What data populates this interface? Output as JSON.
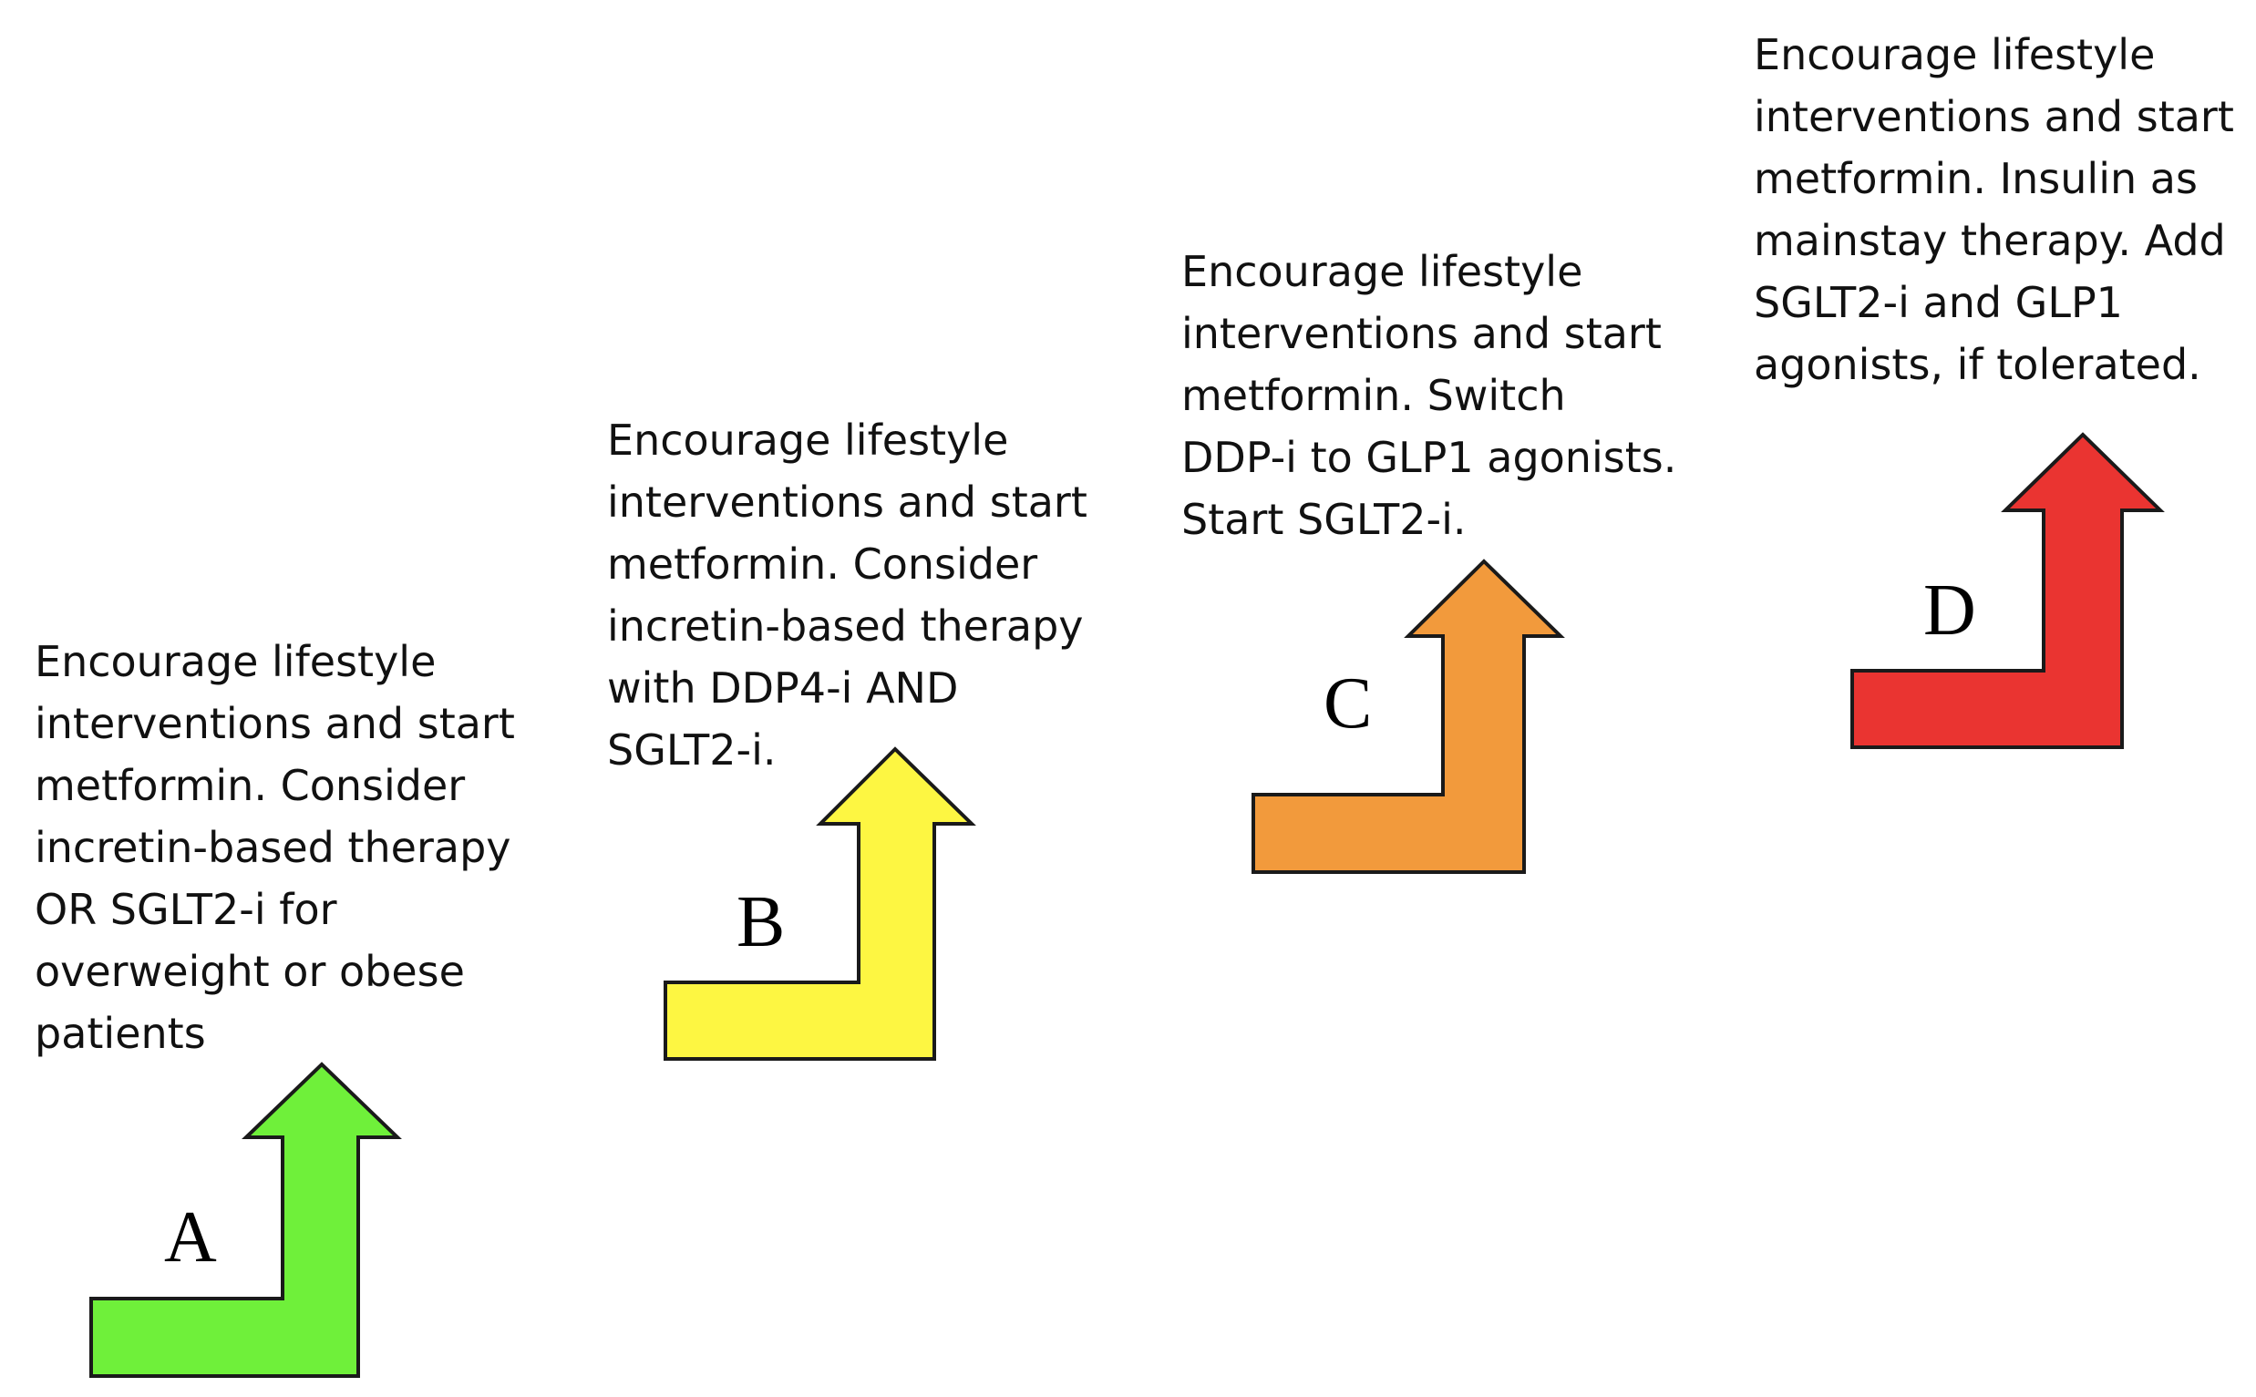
{
  "steps": [
    {
      "letter": "A",
      "color": "#6ff03a",
      "text": "Encourage lifestyle\ninterventions and start\nmetformin. Consider\nincretin-based therapy\nOR SGLT2-i for\noverweight or obese\npatients"
    },
    {
      "letter": "B",
      "color": "#fdf642",
      "text": "Encourage lifestyle\ninterventions and start\nmetformin. Consider\nincretin-based therapy\nwith DDP4-i AND\nSGLT2-i."
    },
    {
      "letter": "C",
      "color": "#f29a3c",
      "text": "Encourage lifestyle\ninterventions and start\nmetformin. Switch\nDDP-i to GLP1 agonists.\nStart SGLT2-i."
    },
    {
      "letter": "D",
      "color": "#ea3431",
      "text": "Encourage lifestyle\ninterventions and start\nmetformin. Insulin as\nmainstay therapy. Add\nSGLT2-i and GLP1\nagonists, if tolerated."
    }
  ]
}
